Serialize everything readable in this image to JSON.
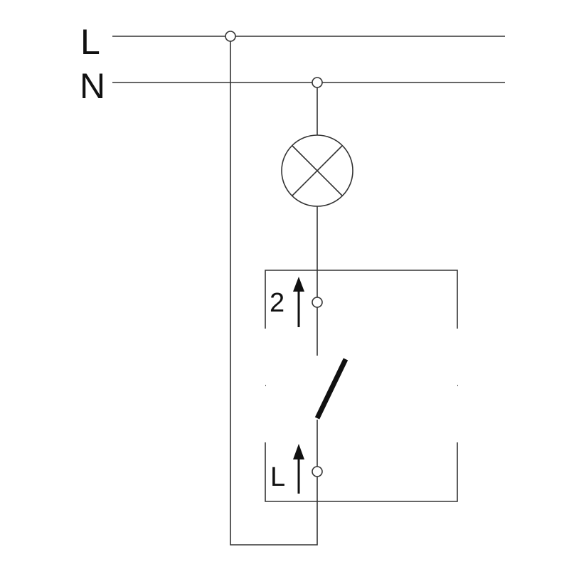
{
  "labels": {
    "line": "L",
    "neutral": "N",
    "terminal_2": "2",
    "terminal_l": "L"
  },
  "colors": {
    "line": "#333333",
    "text": "#111111",
    "background": "#ffffff"
  }
}
